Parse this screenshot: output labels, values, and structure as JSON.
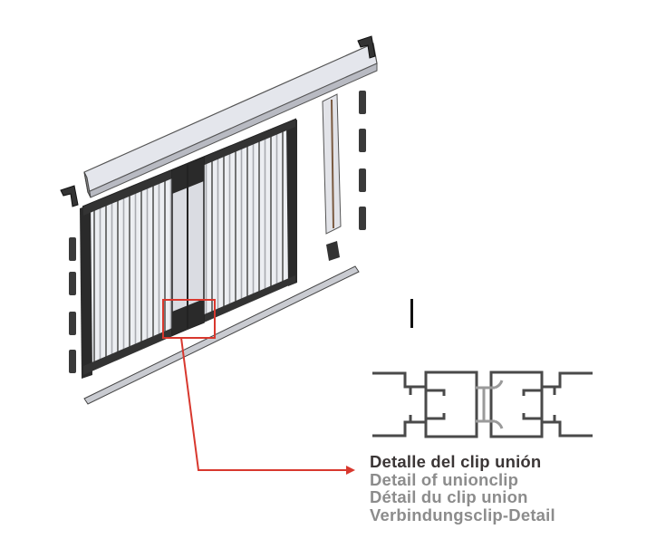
{
  "caption": {
    "spanish": "Detalle del clip unión",
    "english": "Detail of unionclip",
    "french": "Détail du clip union",
    "german": "Verbindungsclip-Detail"
  },
  "colors": {
    "callout": "#d8382e",
    "frame": "#2a2a2a",
    "rail": "#d9dbe3",
    "caption_primary": "#3b3636",
    "caption_secondary": "#8c8c8c"
  }
}
